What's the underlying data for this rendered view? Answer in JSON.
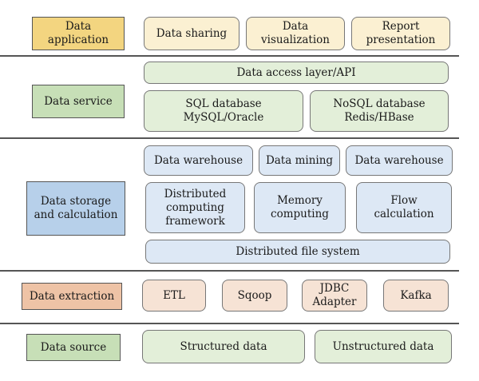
{
  "layers": {
    "application": {
      "label": "Data\napplication",
      "items": [
        "Data sharing",
        "Data\nvisualization",
        "Report\npresentation"
      ]
    },
    "service": {
      "label": "Data service",
      "api": "Data access layer/API",
      "items": [
        "SQL database\nMySQL/Oracle",
        "NoSQL database\nRedis/HBase"
      ]
    },
    "storage": {
      "label": "Data storage\nand calculation",
      "top": [
        "Data warehouse",
        "Data mining",
        "Data warehouse"
      ],
      "middle": [
        "Distributed\ncomputing\nframework",
        "Memory\ncomputing",
        "Flow\ncalculation"
      ],
      "bottom": "Distributed file system"
    },
    "extraction": {
      "label": "Data extraction",
      "items": [
        "ETL",
        "Sqoop",
        "JDBC\nAdapter",
        "Kafka"
      ]
    },
    "source": {
      "label": "Data source",
      "items": [
        "Structured data",
        "Unstructured data"
      ]
    }
  }
}
